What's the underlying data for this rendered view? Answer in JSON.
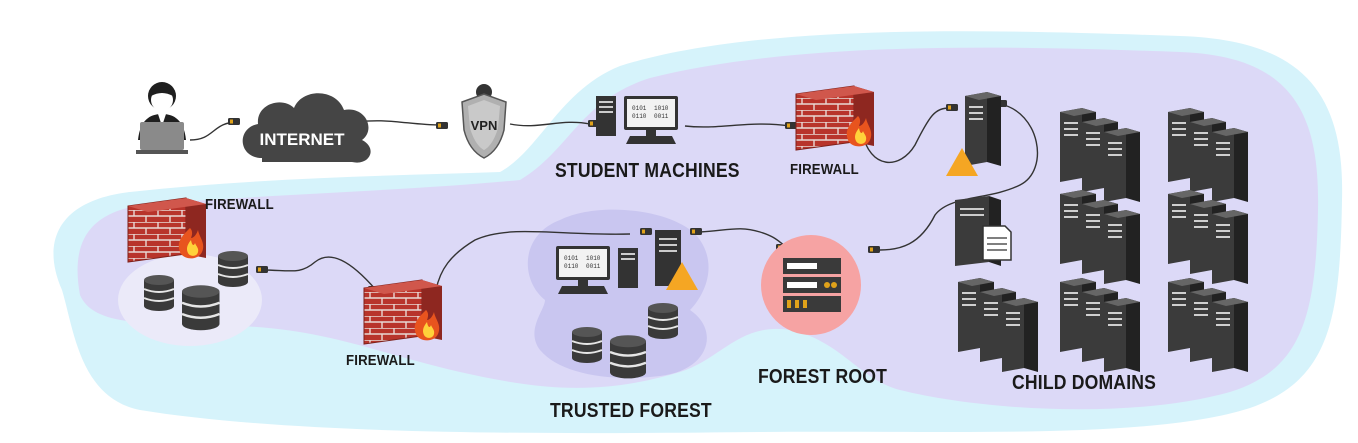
{
  "labels": {
    "internet": "INTERNET",
    "vpn": "VPN",
    "student_machines": "STUDENT MACHINES",
    "firewall_top": "FIREWALL",
    "firewall_left": "FIREWALL",
    "firewall_bottom": "FIREWALL",
    "trusted_forest": "TRUSTED FOREST",
    "forest_root": "FOREST ROOT",
    "child_domains": "CHILD DOMAINS"
  },
  "colors": {
    "outer_region": "#d6f3fb",
    "inner_region": "#dcd9f7",
    "forest_blob": "#c9c6f0",
    "forest_root_circle": "#f6a3a3",
    "brick": "#b8342b",
    "flame": "#e8541e",
    "warning": "#f5a623",
    "device_dark": "#3b3b3b",
    "cloud": "#454545"
  },
  "icons": [
    "user-laptop-icon",
    "cloud-icon",
    "vpn-shield-icon",
    "desktop-icon",
    "tower-icon",
    "firewall-icon",
    "database-icon",
    "server-rack-icon",
    "server-cluster-icon",
    "document-server-icon",
    "warning-icon"
  ]
}
